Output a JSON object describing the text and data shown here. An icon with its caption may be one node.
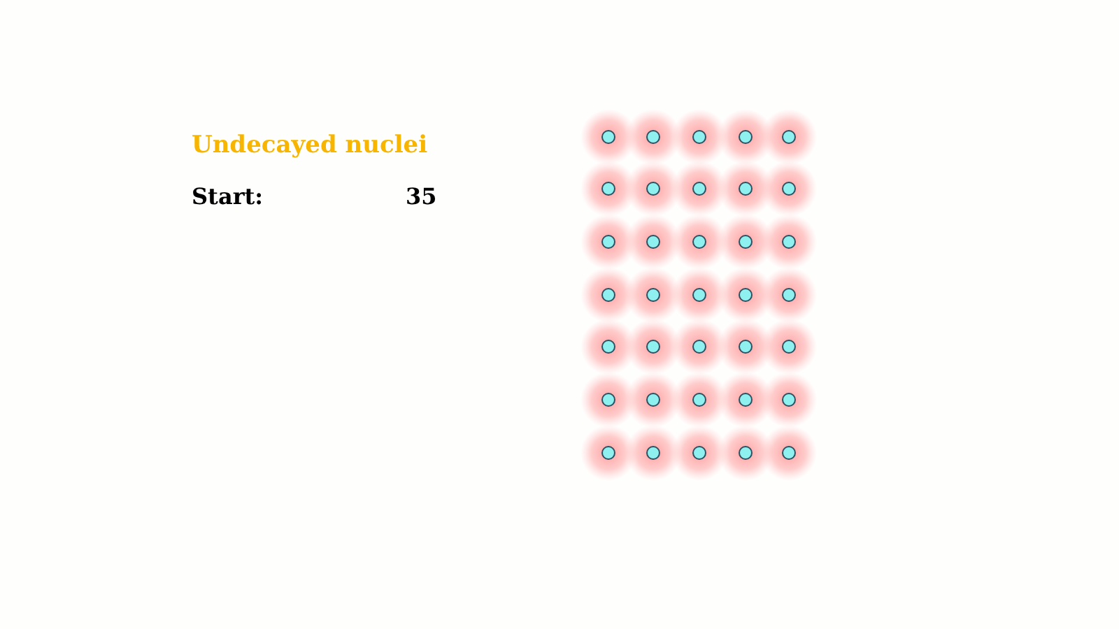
{
  "diagram": {
    "title": "Undecayed nuclei",
    "labels": [
      "Start:",
      "35"
    ]
  }
}
